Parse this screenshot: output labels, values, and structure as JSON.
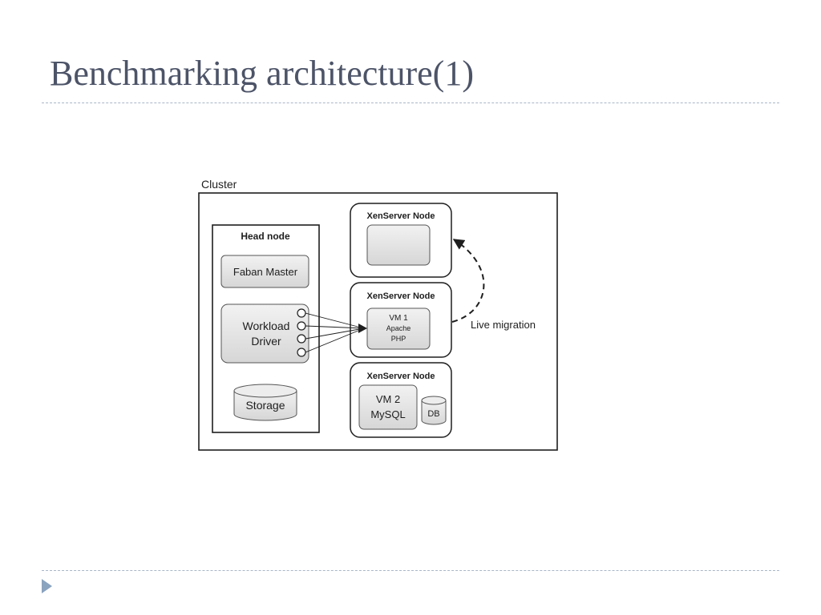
{
  "slide": {
    "title": "Benchmarking architecture(1)"
  },
  "diagram": {
    "cluster_label": "Cluster",
    "head_node": {
      "title": "Head node",
      "faban_master": "Faban Master",
      "workload_driver": [
        "Workload",
        "Driver"
      ],
      "storage": "Storage"
    },
    "nodes": [
      {
        "title": "XenServer Node",
        "vm": []
      },
      {
        "title": "XenServer Node",
        "vm": [
          "VM 1",
          "Apache",
          "PHP"
        ]
      },
      {
        "title": "XenServer Node",
        "vm": [
          "VM 2",
          "MySQL"
        ],
        "db": "DB"
      }
    ],
    "migration_label": "Live migration"
  },
  "colors": {
    "title": "#4d5468",
    "rule": "#a9b7c8",
    "bullet": "#8aa3bf",
    "box_fill": "#e4e4e4",
    "stroke": "#1e1e1e"
  }
}
